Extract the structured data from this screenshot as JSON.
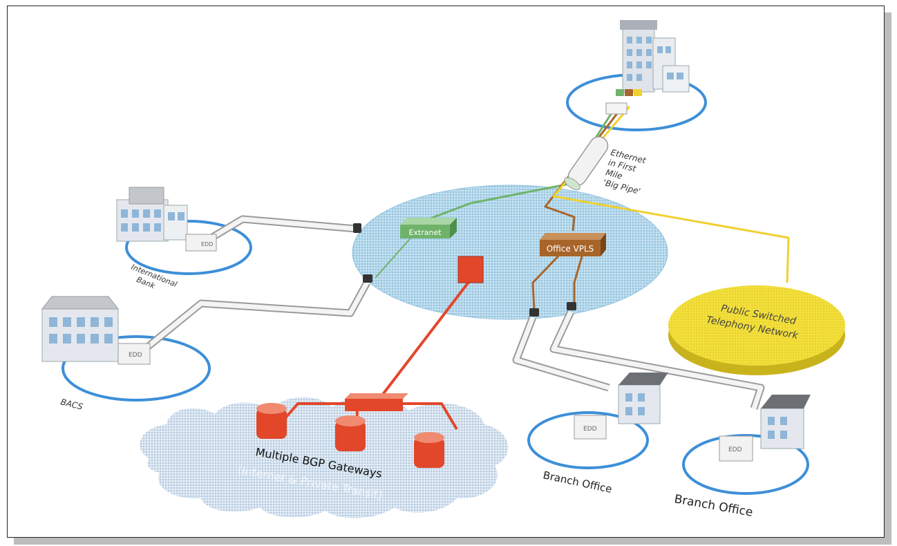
{
  "labels": {
    "ethernet": [
      "Ethernet",
      "in First",
      "Mile",
      "'Big Pipe'"
    ],
    "extranet": "Extranet",
    "office_vpls": "Office VPLS",
    "pstn": [
      "Public Switched",
      "Telephony Network"
    ],
    "international_bank": [
      "International",
      "Bank"
    ],
    "bacs": "BACS",
    "bgp": "Multiple BGP Gateways",
    "internet": "(Internet & Private Transit)",
    "branch_office_1": "Branch Office",
    "branch_office_2": "Branch Office",
    "edd": "EDD"
  },
  "colors": {
    "ring": "#3d8fd8",
    "extranet": "#6fb36a",
    "vpls": "#a8652a",
    "pstn": "#f0dc3a",
    "gateway": "#e2472a",
    "cloud": "#c9d8ea",
    "ellipse": "#a9d0e6"
  }
}
